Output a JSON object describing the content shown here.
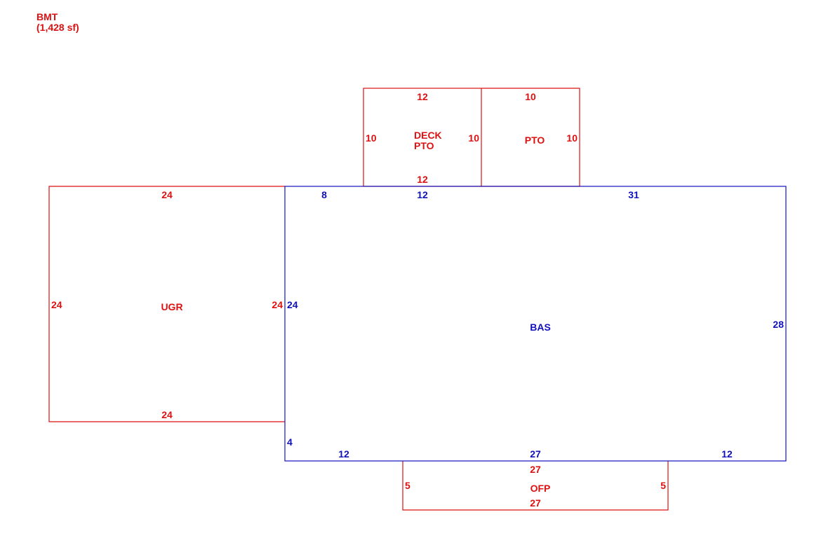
{
  "header": {
    "title": "BMT",
    "area": "(1,428 sf)"
  },
  "colors": {
    "red": "#dd1111",
    "blue": "#1111bb"
  },
  "areas": {
    "ugr": {
      "label": "UGR",
      "top": "24",
      "left": "24",
      "right": "24",
      "bottom": "24"
    },
    "bas": {
      "label": "BAS",
      "top_left": "8",
      "top_mid": "12",
      "top_right": "31",
      "left": "24",
      "right": "28",
      "left_lower": "4",
      "bottom_left": "12",
      "bottom_mid": "27",
      "bottom_right": "12"
    },
    "deck_pto": {
      "label_line1": "DECK",
      "label_line2": "PTO",
      "top": "12",
      "left": "10",
      "right": "10",
      "bottom": "12"
    },
    "pto": {
      "label": "PTO",
      "top": "10",
      "right": "10"
    },
    "ofp": {
      "label": "OFP",
      "top": "27",
      "left": "5",
      "right": "5",
      "bottom": "27"
    }
  }
}
